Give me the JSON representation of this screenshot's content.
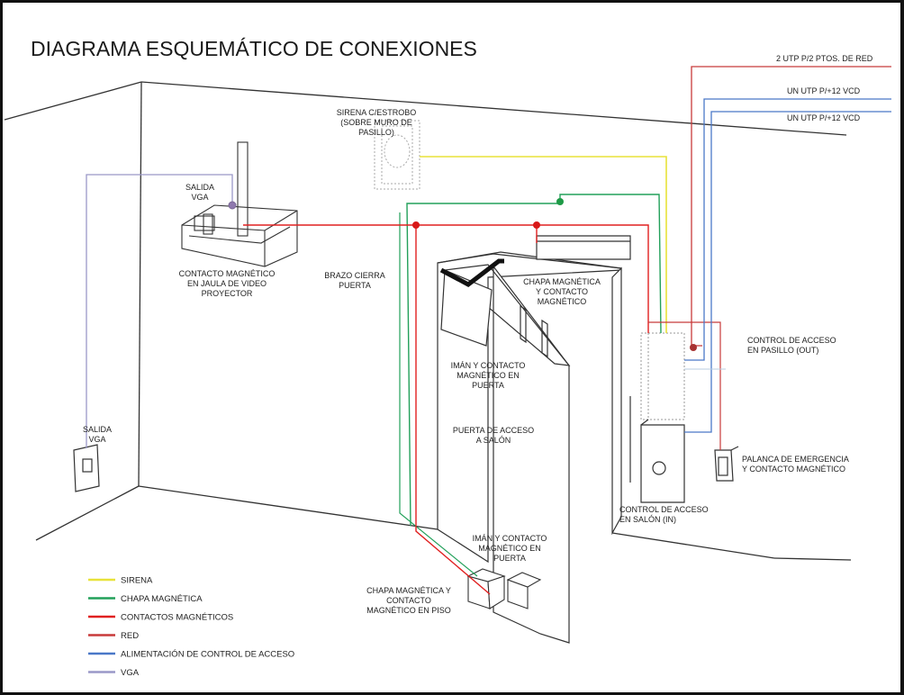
{
  "title": "DIAGRAMA ESQUEMÁTICO DE CONEXIONES",
  "right_labels": {
    "red_feed": "2 UTP P/2 PTOS. DE RED",
    "power_1": "UN UTP P/+12 VCD",
    "power_2": "UN UTP P/+12 VCD"
  },
  "labels": {
    "sirena": [
      "SIRENA C/ESTROBO",
      "(SOBRE MURO DE",
      "PASILLO)"
    ],
    "salida_vga_top": [
      "SALIDA",
      "VGA"
    ],
    "contacto_jaula": [
      "CONTACTO MAGNÉTICO",
      "EN JAULA DE VIDEO",
      "PROYECTOR"
    ],
    "brazo": [
      "BRAZO CIERRA",
      "PUERTA"
    ],
    "chapa_top": [
      "CHAPA MAGNÉTICA",
      "Y CONTACTO",
      "MAGNÉTICO"
    ],
    "iman_top": [
      "IMÁN Y CONTACTO",
      "MAGNÉTICO EN",
      "PUERTA"
    ],
    "puerta": [
      "PUERTA DE ACCESO",
      "A SALÓN"
    ],
    "control_out": [
      "CONTROL DE ACCESO",
      "EN PASILLO (OUT)"
    ],
    "palanca": [
      "PALANCA DE EMERGENCIA",
      "Y CONTACTO MAGNÉTICO"
    ],
    "control_in": [
      "CONTROL DE ACCESO",
      "EN SALÓN (IN)"
    ],
    "salida_vga_left": [
      "SALIDA",
      "VGA"
    ],
    "iman_bottom": [
      "IMÁN Y CONTACTO",
      "MAGNÉTICO EN",
      "PUERTA"
    ],
    "chapa_piso": [
      "CHAPA MAGNÉTICA Y",
      "CONTACTO",
      "MAGNÉTICO EN PISO"
    ]
  },
  "legend": [
    {
      "label": "SIRENA",
      "color": "#e8e23a"
    },
    {
      "label": "CHAPA MAGNÉTICA",
      "color": "#22a05a"
    },
    {
      "label": "CONTACTOS MAGNÉTICOS",
      "color": "#e02020"
    },
    {
      "label": "RED",
      "color": "#c83a3a"
    },
    {
      "label": "ALIMENTACIÓN DE CONTROL DE ACCESO",
      "color": "#4a78c8"
    },
    {
      "label": "VGA",
      "color": "#9a98c8"
    }
  ],
  "colors": {
    "sirena": "#e8e23a",
    "chapa": "#22a05a",
    "contactos": "#e02020",
    "red": "#c83a3a",
    "alimentacion": "#4a78c8",
    "vga": "#9a98c8",
    "lineart": "#333333"
  }
}
